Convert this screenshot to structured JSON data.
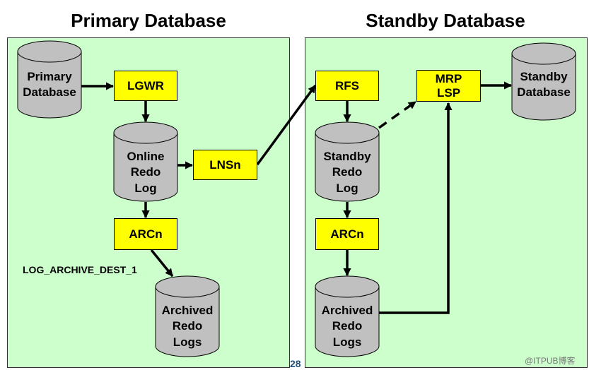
{
  "titles": {
    "primary": "Primary Database",
    "standby": "Standby Database"
  },
  "primary_side": {
    "cylinders": {
      "primary_db": [
        "Primary",
        "Database"
      ],
      "online_redo": [
        "Online",
        "Redo",
        "Log"
      ],
      "archived": [
        "Archived",
        "Redo",
        "Logs"
      ]
    },
    "boxes": {
      "lgwr": "LGWR",
      "lnsn": "LNSn",
      "arcn": "ARCn"
    },
    "dest_label": "LOG_ARCHIVE_DEST_1"
  },
  "standby_side": {
    "cylinders": {
      "standby_db": [
        "Standby",
        "Database"
      ],
      "standby_redo": [
        "Standby",
        "Redo",
        "Log"
      ],
      "archived": [
        "Archived",
        "Redo",
        "Logs"
      ]
    },
    "boxes": {
      "rfs": "RFS",
      "mrp": "MRP\nLSP",
      "arcn": "ARCn"
    }
  },
  "footer": {
    "page_number": "28",
    "watermark": "@ITPUB博客"
  },
  "colors": {
    "panel_fill": "#ccffcc",
    "box_fill": "#ffff00",
    "cylinder_fill": "#c0c0c0",
    "page_number": "#1f4e79"
  }
}
